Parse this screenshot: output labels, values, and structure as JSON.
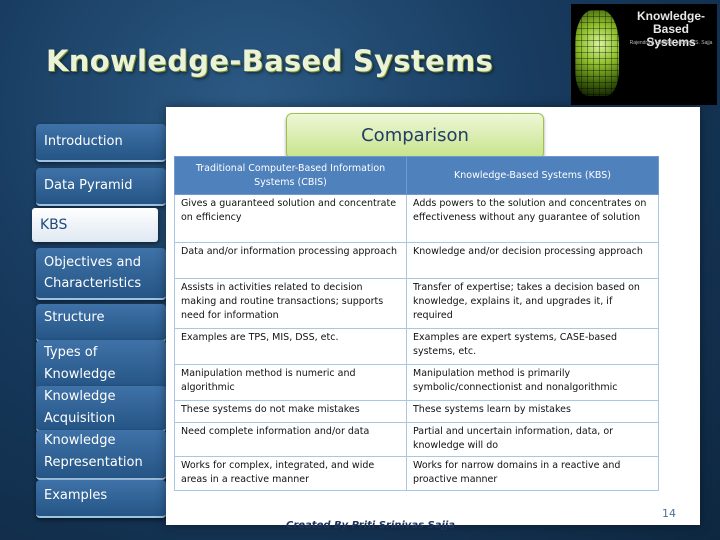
{
  "slide": {
    "title": "Knowledge-Based  Systems",
    "section_title": "Comparison",
    "footer": "Created By Priti Srinivas Sajja",
    "page_number": "14"
  },
  "book_cover": {
    "title_line1": "Knowledge-Based",
    "title_line2": "Systems",
    "authors": "Rajendra A. Akerkar and Priti S. Sajja"
  },
  "sidebar": {
    "items": [
      {
        "label": "Introduction",
        "active": false
      },
      {
        "label": "Data Pyramid",
        "active": false
      },
      {
        "label": "KBS",
        "active": true
      },
      {
        "label": "Objectives and Characteristics",
        "active": false
      },
      {
        "label": "Structure",
        "active": false
      },
      {
        "label": "Types of Knowledge",
        "active": false
      },
      {
        "label": "Knowledge Acquisition",
        "active": false
      },
      {
        "label": "Knowledge Representation",
        "active": false
      },
      {
        "label": "Examples",
        "active": false
      }
    ]
  },
  "table": {
    "headers": [
      "Traditional Computer-Based Information Systems (CBIS)",
      "Knowledge-Based Systems (KBS)"
    ],
    "rows": [
      [
        "Gives a guaranteed solution and concentrate on efficiency",
        "Adds powers to the solution and concentrates on effectiveness without any guarantee of solution"
      ],
      [
        "Data and/or information processing approach",
        "Knowledge and/or decision processing approach"
      ],
      [
        "Assists in activities related to decision making and routine transactions; supports need for information",
        "Transfer of  expertise; takes a decision based on knowledge, explains it, and upgrades it, if required"
      ],
      [
        "Examples are TPS, MIS, DSS, etc.",
        "Examples are expert systems, CASE-based systems, etc."
      ],
      [
        "Manipulation method is numeric and algorithmic",
        "Manipulation method is primarily symbolic/connectionist and nonalgorithmic"
      ],
      [
        "These systems do not make mistakes",
        "These systems learn by mistakes"
      ],
      [
        "Need complete information and/or data",
        "Partial and uncertain information, data, or knowledge will do"
      ],
      [
        "Works for complex, integrated, and wide areas in a reactive manner",
        "Works for narrow domains in a reactive and proactive manner"
      ]
    ]
  },
  "colors": {
    "background": "#173a5e",
    "nav_button": "#2f6398",
    "tab_green": "#c7e38a",
    "table_header": "#4f81bd"
  }
}
